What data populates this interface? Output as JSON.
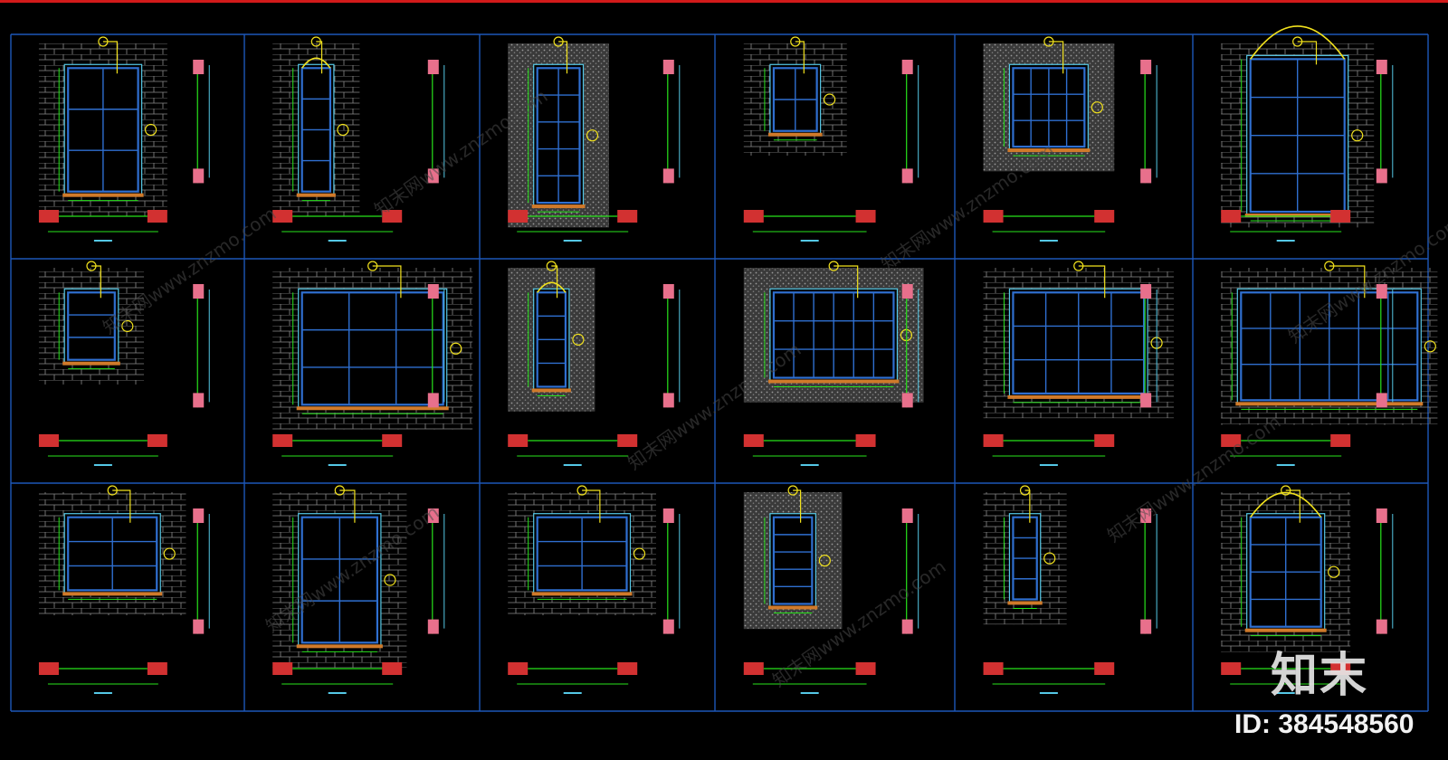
{
  "colors": {
    "background": "#000000",
    "top_rule": "#d21a1a",
    "grid_line": "#1c57b8",
    "brick": "#8a8a8a",
    "frame_blue": "#2f6fd0",
    "frame_cyan": "#55c8e6",
    "dim_green": "#27e31b",
    "leader_yellow": "#f2e21d",
    "section_pink": "#e8708c",
    "section_red": "#d23131",
    "section_orange": "#d07a2a",
    "gable_magenta": "#c040c8",
    "watermark": "#4a4a4a"
  },
  "sheet": {
    "rows": 3,
    "columns": 6,
    "panel_count": 18
  },
  "watermark": {
    "text": "知末网www.znzmo.com"
  },
  "brand": {
    "logo_text": "知末",
    "id_label": "ID: 384548560"
  }
}
